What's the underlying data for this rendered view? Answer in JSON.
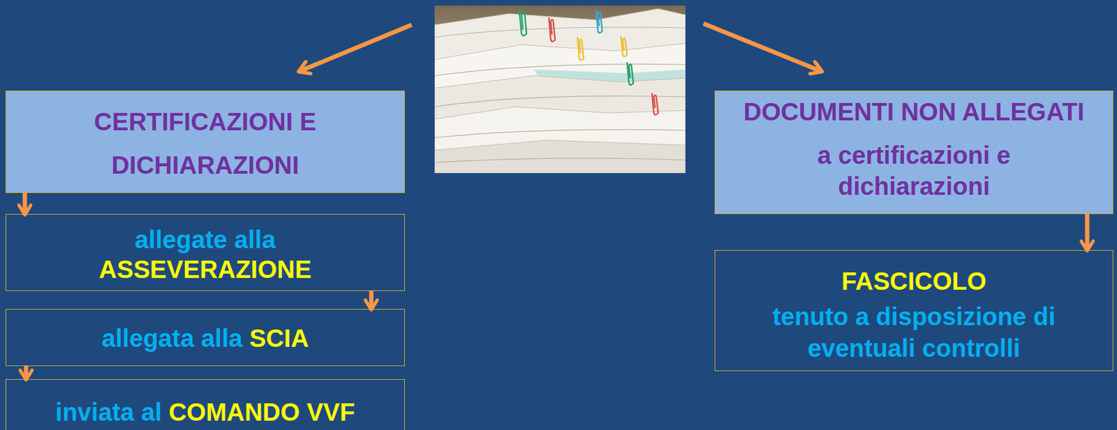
{
  "diagram": {
    "nodes": [
      {
        "text": [
          "CERTIFICAZIONI E DICHIARAZIONI"
        ]
      },
      {
        "text": [
          "allegate alla",
          "ASSEVERAZIONE"
        ]
      },
      {
        "text": [
          "allegata alla",
          "SCIA"
        ]
      },
      {
        "text": [
          "inviata al",
          "COMANDO VVF"
        ]
      },
      {
        "text": [
          "DOCUMENTI NON ALLEGATI",
          "a certificazioni e dichiarazioni"
        ]
      },
      {
        "text": [
          "FASCICOLO",
          "tenuto a disposizione di eventuali controlli"
        ]
      }
    ],
    "edges": [
      {
        "from": 0,
        "to": 1,
        "arrow": "to"
      },
      {
        "from": 1,
        "to": 2,
        "arrow": "to"
      },
      {
        "from": 2,
        "to": 3,
        "arrow": "to"
      },
      {
        "from": 4,
        "to": 5,
        "arrow": "to"
      }
    ]
  }
}
